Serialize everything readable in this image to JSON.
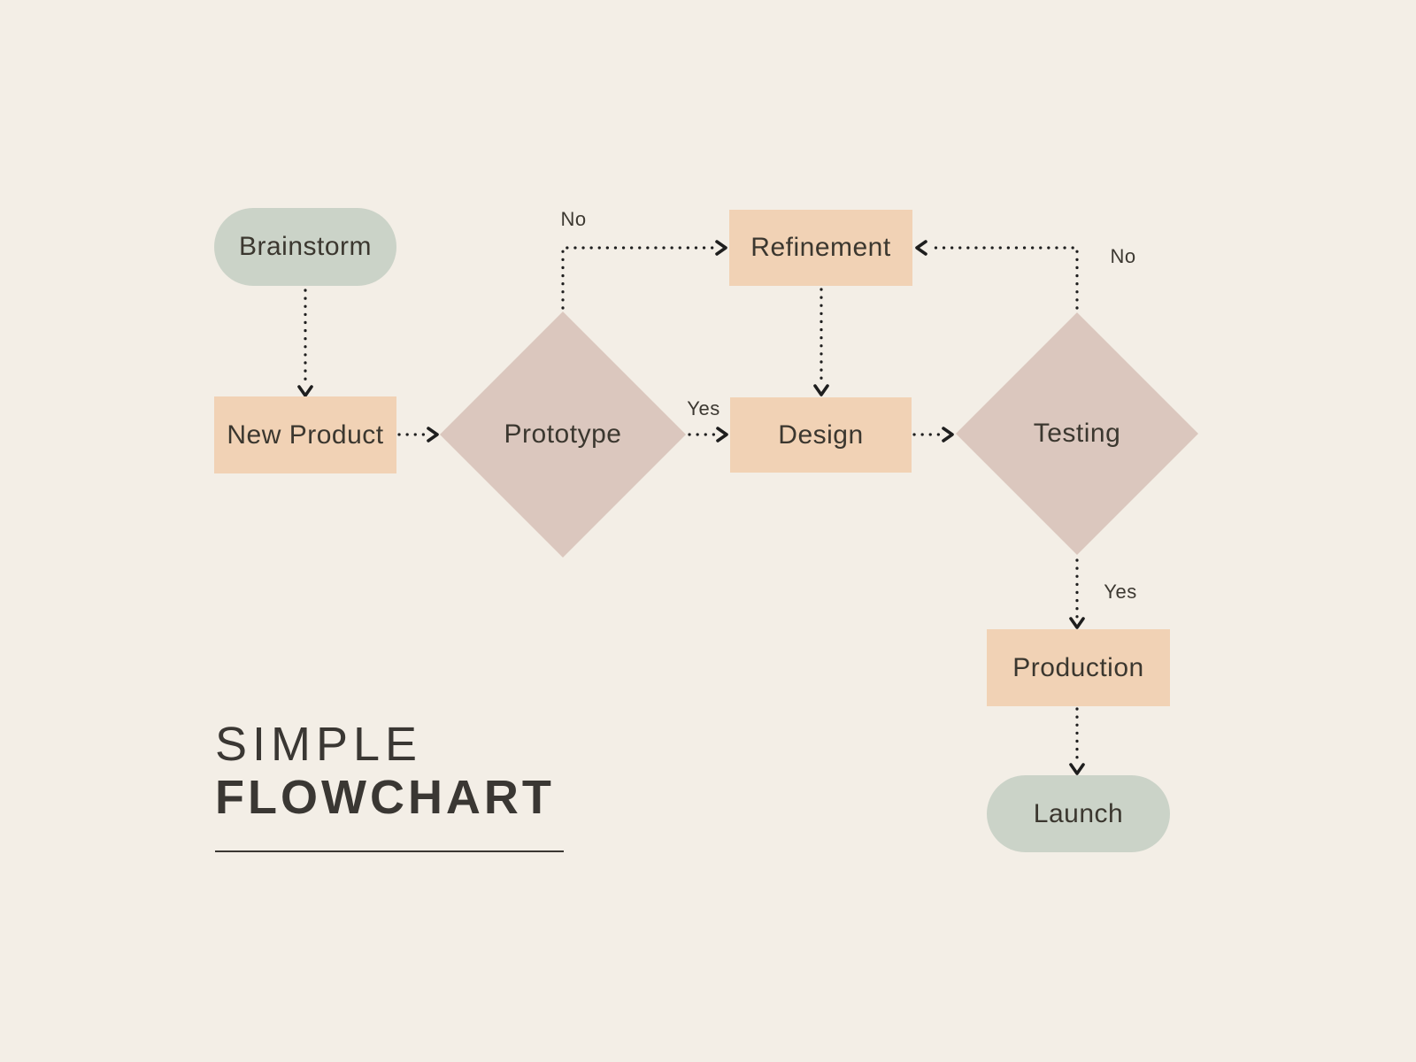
{
  "title": {
    "line1": "SIMPLE",
    "line2": "FLOWCHART"
  },
  "palette": {
    "background": "#f3eee6",
    "terminal_fill": "#cbd3c8",
    "process_fill": "#f1d2b5",
    "decision_fill": "#dbc7be",
    "connector_color": "#1e1e1e",
    "text_color": "#3b372f",
    "title_color": "#3a3733"
  },
  "nodes": {
    "brainstorm": {
      "label": "Brainstorm",
      "shape": "pill"
    },
    "new_product": {
      "label": "New Product",
      "shape": "rect"
    },
    "prototype": {
      "label": "Prototype",
      "shape": "diamond"
    },
    "refinement": {
      "label": "Refinement",
      "shape": "rect"
    },
    "design": {
      "label": "Design",
      "shape": "rect"
    },
    "testing": {
      "label": "Testing",
      "shape": "diamond"
    },
    "production": {
      "label": "Production",
      "shape": "rect"
    },
    "launch": {
      "label": "Launch",
      "shape": "pill"
    }
  },
  "edge_labels": {
    "prototype_no": "No",
    "prototype_yes": "Yes",
    "testing_no": "No",
    "testing_yes": "Yes"
  }
}
